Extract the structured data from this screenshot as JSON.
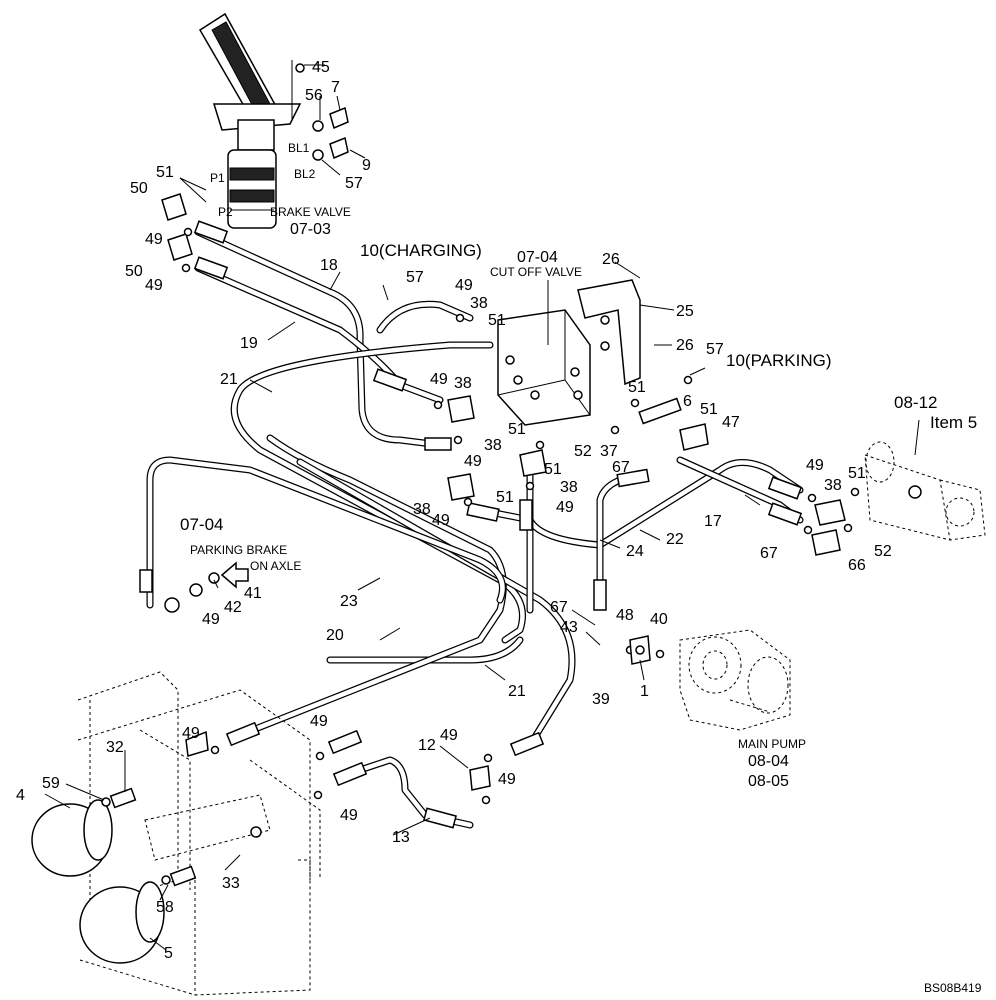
{
  "labels": {
    "l45": "45",
    "l56": "56",
    "l7": "7",
    "l9": "9",
    "l57a": "57",
    "l51a": "51",
    "l50a": "50",
    "l49a": "49",
    "l50b": "50",
    "l49b": "49",
    "brake_valve": "BRAKE VALVE",
    "brake_valve_ref": "07-03",
    "bl1": "BL1",
    "bl2": "BL2",
    "p1": "P1",
    "p2": "P2",
    "l18": "18",
    "l19": "19",
    "l21a": "21",
    "charging": "10(CHARGING)",
    "l57b": "57",
    "l49c": "49",
    "cutoff_ref": "07-04",
    "cutoff_valve": "CUT OFF VALVE",
    "l38a": "38",
    "l51b": "51",
    "l26a": "26",
    "l25": "25",
    "l26b": "26",
    "l57c": "57",
    "parking": "10(PARKING)",
    "l49d": "49",
    "l38b": "38",
    "l51c": "51",
    "l38c": "38",
    "l49e": "49",
    "l51d": "51",
    "l6": "6",
    "l51e": "51",
    "l47": "47",
    "l52a": "52",
    "l37": "37",
    "l67a": "67",
    "l51f": "51",
    "l38d": "38",
    "l49f": "49",
    "l38e": "38",
    "l51g": "51",
    "l49g": "49",
    "ref_0812": "08-12",
    "item5": "Item 5",
    "l49h": "49",
    "l38f": "38",
    "l51h": "51",
    "l17": "17",
    "l67b": "67",
    "l66": "66",
    "l52b": "52",
    "l22": "22",
    "l24": "24",
    "park_ref": "07-04",
    "parking_brake": "PARKING BRAKE",
    "on_axle": "ON AXLE",
    "l41": "41",
    "l42": "42",
    "l49i": "49",
    "l23": "23",
    "l20": "20",
    "l21b": "21",
    "l67c": "67",
    "l48": "48",
    "l40": "40",
    "l43": "43",
    "l39": "39",
    "l1": "1",
    "main_pump": "MAIN PUMP",
    "pump_ref1": "08-04",
    "pump_ref2": "08-05",
    "l49j": "49",
    "l49k": "49",
    "l32": "32",
    "l59": "59",
    "l4": "4",
    "l49l": "49",
    "l12": "12",
    "l49m": "49",
    "l49n": "49",
    "l13": "13",
    "l33": "33",
    "l58": "58",
    "l5": "5",
    "drawing_id": "BS08B419"
  }
}
